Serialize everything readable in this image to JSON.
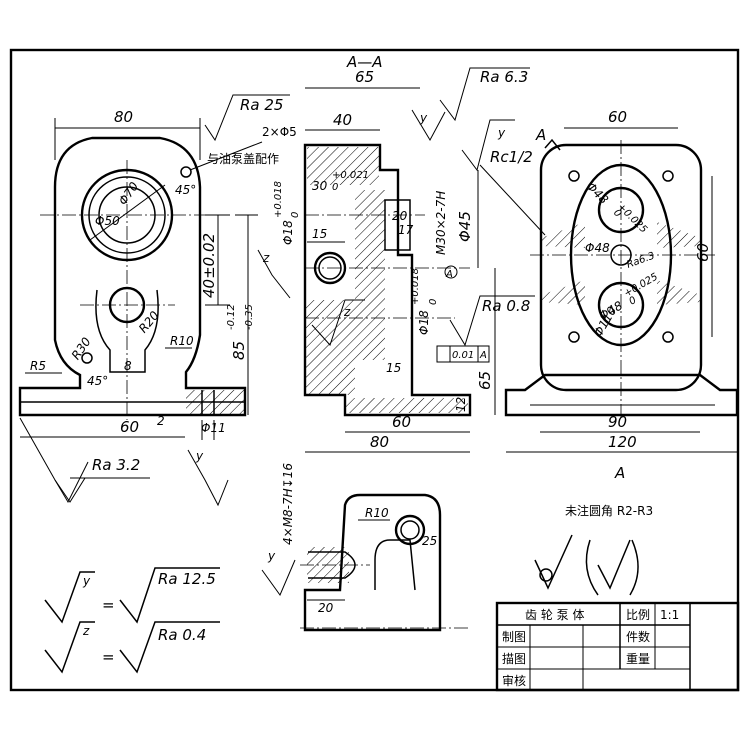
{
  "section_label": "A—A",
  "view_label": "A",
  "arrow_label": "A",
  "datum_label": "A",
  "left_view": {
    "width_dim": "80",
    "roughness": "Ra 25",
    "holes_note": "2×Φ5",
    "holes_note2": "与油泵盖配作",
    "angle_top": "45°",
    "dia_outer": "Φ70",
    "dia_inner": "Φ50",
    "height_center": "40±0.02",
    "height_total": "85",
    "height_total_upper_tol": "-0.12",
    "height_total_lower_tol": "-0.35",
    "r30": "R30",
    "r20": "R20",
    "r10": "R10",
    "r5": "R5",
    "angle_bottom": "45°",
    "dim_8": "8",
    "dim_60": "60",
    "dim_2": "2",
    "dim_11": "Φ11",
    "roughness_base": "Ra 3.2"
  },
  "section_view": {
    "width_65": "65",
    "width_40": "40",
    "roughness_top": "Ra 6.3",
    "roughness_y": "y",
    "rc_label": "Rc1/2",
    "dim_30": "30",
    "dim_30_tol": "+0.021",
    "dim_30_tol2": "0",
    "dim_18_top": "Φ18",
    "dim_18_top_tol": "+0.018",
    "dim_18_top_tol2": "0",
    "thread": "M30×2-7H",
    "dim_20": "20",
    "dim_17": "17",
    "dim_15": "15",
    "dim_45": "Φ45",
    "roughness_z": "z",
    "dim_18_bot": "Φ18",
    "dim_18_bot_tol": "+0.018",
    "dim_18_bot_tol2": "0",
    "ra08": "Ra 0.8",
    "perp_tol": "0.01",
    "dim_15b": "15",
    "dim_65v": "65",
    "dim_12": "12",
    "dim_60": "60",
    "dim_80": "80",
    "holes_thread": "4×M8-7H↧16"
  },
  "right_view": {
    "width_60": "60",
    "dia_48_a": "Φ48",
    "dia_48_a_tol": "+0.025",
    "dia_48_a_tol2": "0",
    "dia_48_b": "Φ48",
    "ra_small": "Ra6.3",
    "dia_110": "Φ110",
    "dia_48_c": "Φ48",
    "dia_48_c_tol": "+0.025",
    "dia_48_c_tol2": "0",
    "height_60": "60",
    "width_90": "90",
    "width_120": "120"
  },
  "detail_view": {
    "r10": "R10",
    "dim_25": "25",
    "dim_20": "20",
    "roughness_y": "y"
  },
  "notes": {
    "fillet_note": "未注圆角 R2-R3",
    "legend_y_sym": "y",
    "legend_y_value": "Ra 12.5",
    "legend_z_sym": "z",
    "legend_z_value": "Ra 0.4",
    "equals": "="
  },
  "title_block": {
    "part_name": "齿 轮 泵 体",
    "scale_label": "比例",
    "scale_value": "1:1",
    "drawn": "制图",
    "count_label": "件数",
    "traced": "描图",
    "weight_label": "重量",
    "checked": "审核"
  }
}
